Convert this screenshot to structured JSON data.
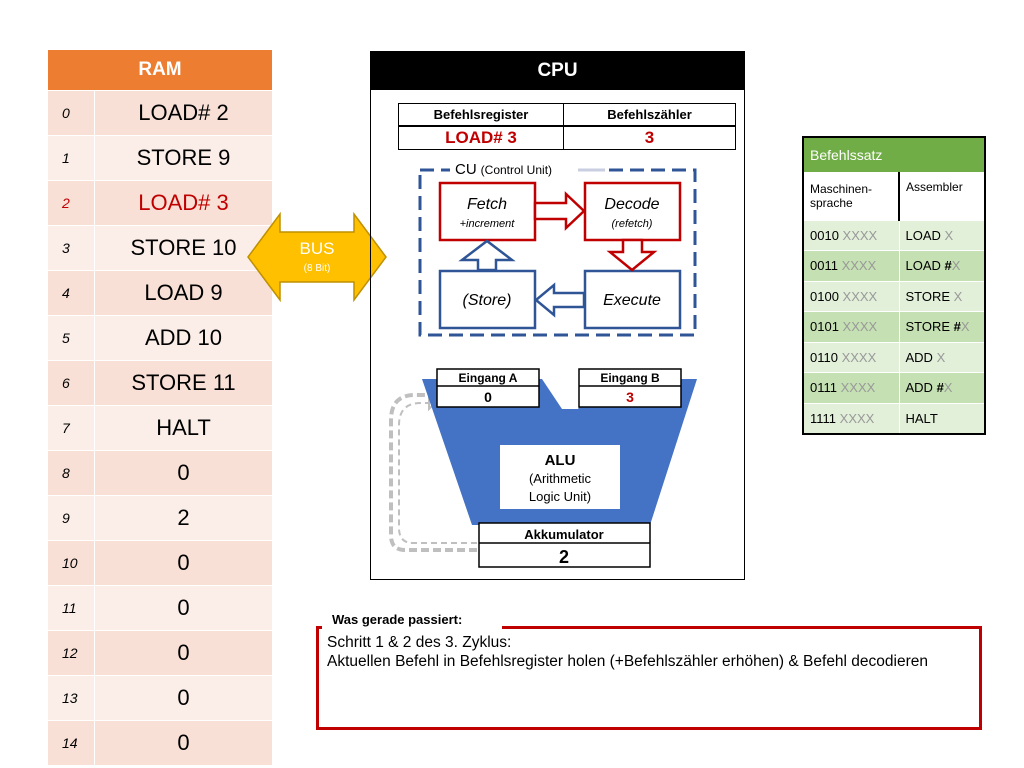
{
  "ram": {
    "title": "RAM",
    "rows": [
      {
        "addr": "0",
        "value": "LOAD# 2"
      },
      {
        "addr": "1",
        "value": "STORE 9"
      },
      {
        "addr": "2",
        "value": "LOAD# 3"
      },
      {
        "addr": "3",
        "value": "STORE 10"
      },
      {
        "addr": "4",
        "value": "LOAD 9"
      },
      {
        "addr": "5",
        "value": "ADD 10"
      },
      {
        "addr": "6",
        "value": "STORE 11"
      },
      {
        "addr": "7",
        "value": "HALT"
      },
      {
        "addr": "8",
        "value": "0"
      },
      {
        "addr": "9",
        "value": "2"
      },
      {
        "addr": "10",
        "value": "0"
      },
      {
        "addr": "11",
        "value": "0"
      },
      {
        "addr": "12",
        "value": "0"
      },
      {
        "addr": "13",
        "value": "0"
      },
      {
        "addr": "14",
        "value": "0"
      }
    ]
  },
  "bus": {
    "label": "BUS",
    "sublabel": "(8 Bit)"
  },
  "cpu": {
    "title": "CPU",
    "befehlsregister_label": "Befehlsregister",
    "befehlszaehler_label": "Befehlszähler",
    "befehlsregister_value": "LOAD# 3",
    "befehlszaehler_value": "3",
    "cu_label": "CU",
    "cu_sublabel": "(Control Unit)",
    "fetch": "Fetch",
    "fetch_sub": "+increment",
    "decode": "Decode",
    "decode_sub": "(refetch)",
    "store": "(Store)",
    "execute": "Execute",
    "eingang_a_label": "Eingang A",
    "eingang_a_value": "0",
    "eingang_b_label": "Eingang B",
    "eingang_b_value": "3",
    "alu_title": "ALU",
    "alu_line1": "(Arithmetic",
    "alu_line2": "Logic Unit)",
    "akku_label": "Akkumulator",
    "akku_value": "2"
  },
  "befehlssatz": {
    "title": "Befehlssatz",
    "col1_line1": "Maschinen-",
    "col1_line2": "sprache",
    "col2": "Assembler",
    "rows": [
      {
        "bin": "0010",
        "x": " XXXX",
        "asm": "LOAD ",
        "asm_bold": "",
        "asm_grey": "X"
      },
      {
        "bin": "0011",
        "x": " XXXX",
        "asm": "LOAD ",
        "asm_bold": "#",
        "asm_grey": "X"
      },
      {
        "bin": "0100",
        "x": " XXXX",
        "asm": "STORE ",
        "asm_bold": "",
        "asm_grey": "X"
      },
      {
        "bin": "0101",
        "x": " XXXX",
        "asm": "STORE ",
        "asm_bold": "#",
        "asm_grey": "X"
      },
      {
        "bin": "0110",
        "x": " XXXX",
        "asm": "ADD ",
        "asm_bold": "",
        "asm_grey": "X"
      },
      {
        "bin": "0111",
        "x": " XXXX",
        "asm": "ADD ",
        "asm_bold": "#",
        "asm_grey": "X"
      },
      {
        "bin": "1111",
        "x": " XXXX",
        "asm": "HALT",
        "asm_bold": "",
        "asm_grey": ""
      }
    ]
  },
  "status": {
    "label": "Was gerade passiert:",
    "line1": "Schritt 1 & 2 des 3. Zyklus:",
    "line2": "Aktuellen Befehl in Befehlsregister holen (+Befehlszähler erhöhen) & Befehl decodieren"
  },
  "colors": {
    "ram_header": "#ed7d31",
    "highlight_red": "#c00000",
    "cu_blue": "#2f5597",
    "alu_blue": "#4472c4",
    "bus_yellow": "#ffc000",
    "befehlssatz_header": "#70ad47"
  }
}
